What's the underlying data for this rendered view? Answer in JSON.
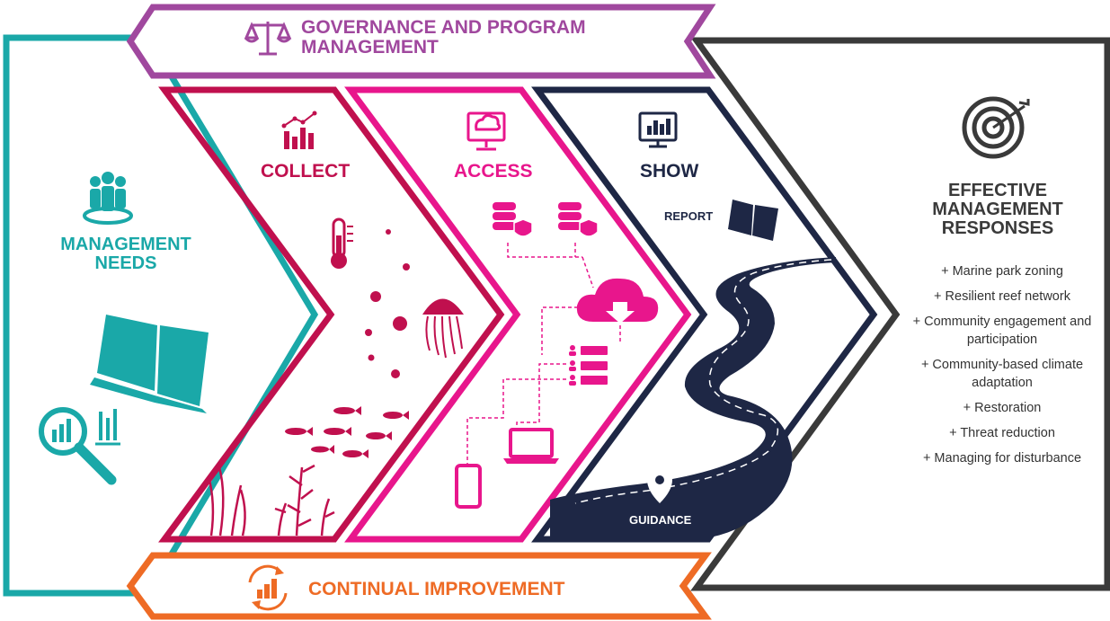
{
  "banners": {
    "governance": "GOVERNANCE AND PROGRAM MANAGEMENT",
    "continual": "CONTINUAL IMPROVEMENT"
  },
  "stages": {
    "needs": "MANAGEMENT NEEDS",
    "collect": "COLLECT",
    "access": "ACCESS",
    "show": "SHOW"
  },
  "show_labels": {
    "report": "REPORT",
    "guidance": "GUIDANCE"
  },
  "outcome": {
    "title": "EFFECTIVE MANAGEMENT RESPONSES",
    "items": [
      "+ Marine park zoning",
      "+ Resilient reef network",
      "+ Community engagement and participation",
      "+ Community-based climate adaptation",
      "+ Restoration",
      "+ Threat reduction",
      "+ Managing for disturbance"
    ]
  },
  "colors": {
    "governance": "#a0489e",
    "needs": "#1aa8a8",
    "collect": "#c0104e",
    "access": "#e8168c",
    "show": "#1e2745",
    "outcome": "#3a3a3a",
    "continual": "#ee6b25"
  },
  "icons": [
    "scales-icon",
    "people-icon",
    "book-icon",
    "analytics-magnifier-icon",
    "chart-trend-icon",
    "thermometer-icon",
    "jellyfish-icon",
    "fish-icon",
    "seaweed-icon",
    "cloud-computer-icon",
    "database-shield-icon",
    "cloud-download-icon",
    "user-server-icon",
    "laptop-icon",
    "phone-icon",
    "dashboard-icon",
    "road-icon",
    "location-pin-icon",
    "target-icon",
    "refresh-chart-icon"
  ]
}
